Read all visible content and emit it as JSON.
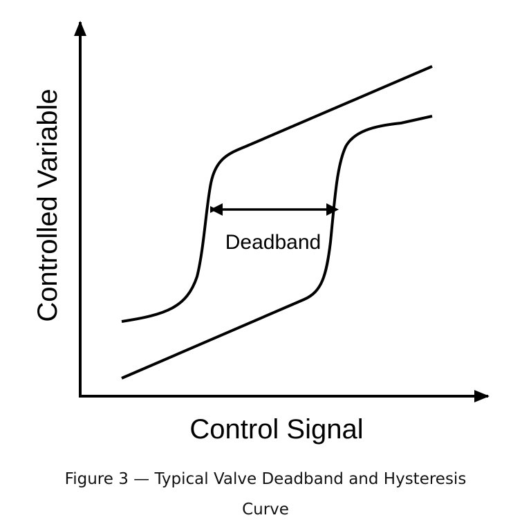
{
  "diagram": {
    "y_axis_label": "Controlled Variable",
    "x_axis_label": "Control Signal",
    "annotation": "Deadband",
    "line_color": "#000000"
  },
  "caption": {
    "line1": "Figure 3 — Typical Valve Deadband and Hysteresis",
    "line2": "Curve"
  }
}
